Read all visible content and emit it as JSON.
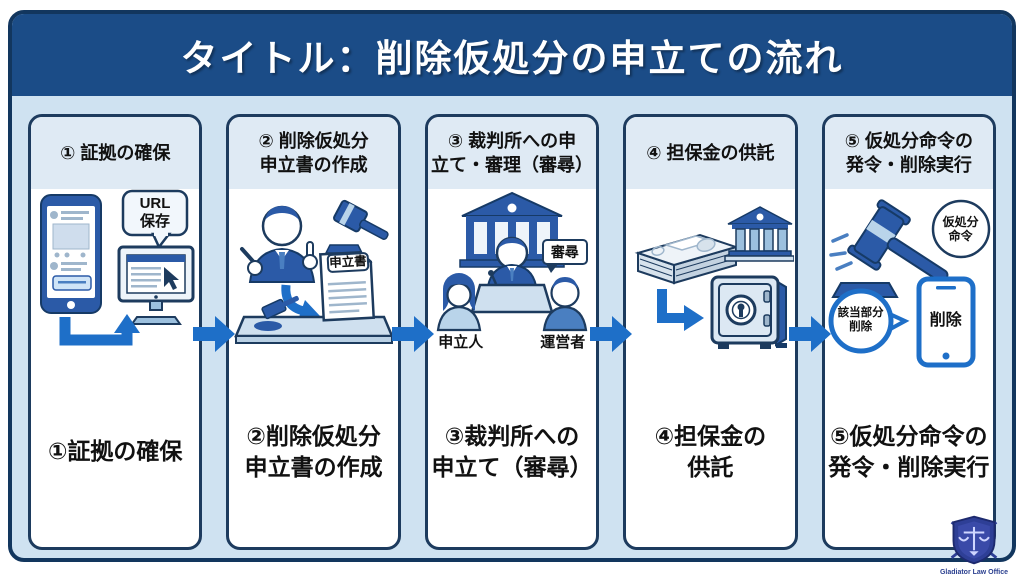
{
  "title": "タイトル：削除仮処分の申立ての流れ",
  "colors": {
    "title_bar": "#1b4c87",
    "panel_bg": "#cfe2f1",
    "card_border": "#1d3b5e",
    "header_band": "#dfeaf4",
    "arrow_blue": "#1e6fc8",
    "illustration_dark_blue": "#2b5aa7",
    "illustration_mid_blue": "#4a7fc1",
    "illustration_light_blue": "#b9d4ea"
  },
  "steps": [
    {
      "header": "① 証拠の確保",
      "caption": "①証拠の確保",
      "url_bubble": "URL\n保存"
    },
    {
      "header": "② 削除仮処分\n申立書の作成",
      "caption": "②削除仮処分\n申立書の作成",
      "doc_label": "申立書"
    },
    {
      "header": "③ 裁判所への申\n立て・審理（審尋）",
      "caption": "③裁判所への\n申立て（審尋）",
      "hearing_bubble": "審尋",
      "left_person_label": "申立人",
      "right_person_label": "運営者"
    },
    {
      "header": "④ 担保金の供託",
      "caption": "④担保金の\n供託"
    },
    {
      "header": "⑤ 仮処分命令の\n発令・削除実行",
      "caption": "⑤仮処分命令の\n発令・削除実行",
      "order_badge": "仮処分\n命令",
      "delete_bubble": "該当部分\n削除",
      "phone_label": "削除"
    }
  ],
  "logo": {
    "caption": "Gladiator Law Office"
  }
}
